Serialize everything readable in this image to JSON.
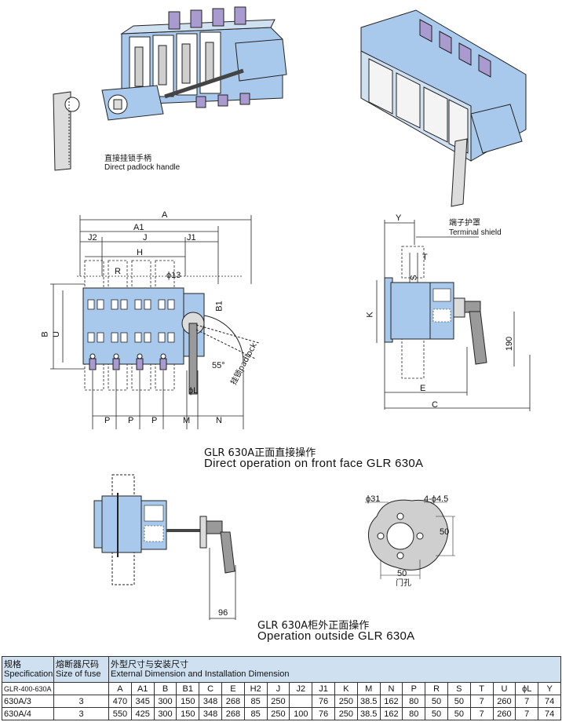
{
  "labels": {
    "handle_cn": "直接挂锁手柄",
    "handle_en": "Direct padlock handle",
    "shield_cn": "端子护罩",
    "shield_en": "Terminal shield",
    "dims": {
      "A": "A",
      "A1": "A1",
      "J2": "J2",
      "J": "J",
      "J1": "J1",
      "H": "H",
      "R": "R",
      "phi13": "ϕ13",
      "B1": "B1",
      "B": "B",
      "U": "U",
      "angle": "55°",
      "padlock": "挂锁padlock",
      "phiL": "ϕL",
      "P": "P",
      "M": "M",
      "N": "N",
      "Y": "Y",
      "T": "T",
      "S": "S",
      "K": "K",
      "E": "E",
      "C": "C",
      "h190": "190",
      "d96": "96",
      "phi31": "ϕ31",
      "holes": "4-ϕ4.5",
      "d50": "50",
      "door_hole": "门孔"
    }
  },
  "captions": {
    "front_cn": "GLR 630A正面直接操作",
    "front_en": "Direct operation on front face GLR 630A",
    "outside_cn": "GLR 630A柜外正面操作",
    "outside_en": "Operation outside GLR 630A"
  },
  "table": {
    "spec_cn": "规格",
    "spec_en": "Specification",
    "fuse_cn": "熔断器尺码",
    "fuse_en": "Size of fuse",
    "ext_cn": "外型尺寸与安装尺寸",
    "ext_en": "External Dimension and Installation Dimension",
    "model": "GLR-400-630A",
    "columns": [
      "A",
      "A1",
      "B",
      "B1",
      "C",
      "E",
      "H2",
      "J",
      "J2",
      "J1",
      "K",
      "M",
      "N",
      "P",
      "R",
      "S",
      "T",
      "U",
      "ϕL",
      "Y"
    ],
    "rows": [
      {
        "spec": "630A/3",
        "fuse": "3",
        "values": [
          "470",
          "345",
          "300",
          "150",
          "348",
          "268",
          "85",
          "250",
          "",
          "76",
          "250",
          "38.5",
          "162",
          "80",
          "50",
          "50",
          "7",
          "260",
          "7",
          "74"
        ]
      },
      {
        "spec": "630A/4",
        "fuse": "3",
        "values": [
          "550",
          "425",
          "300",
          "150",
          "348",
          "268",
          "85",
          "250",
          "100",
          "76",
          "250",
          "38.5",
          "162",
          "80",
          "50",
          "50",
          "7",
          "260",
          "7",
          "74"
        ]
      }
    ]
  },
  "colors": {
    "body_blue": "#a9c9ec",
    "terminal_purple": "#a99ad0",
    "handle_gray": "#9a9a9a",
    "header_blue": "#cfe0f1"
  }
}
